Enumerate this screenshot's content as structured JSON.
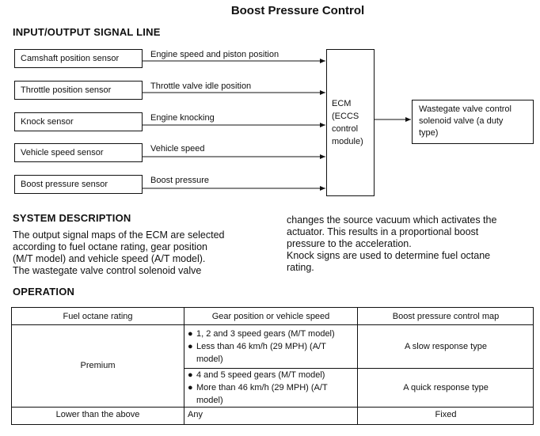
{
  "title": "Boost Pressure Control",
  "io_heading": "INPUT/OUTPUT SIGNAL LINE",
  "sensors": [
    {
      "name": "Camshaft position sensor",
      "signal": "Engine speed and piston position"
    },
    {
      "name": "Throttle position sensor",
      "signal": "Throttle valve idle position"
    },
    {
      "name": "Knock sensor",
      "signal": "Engine knocking"
    },
    {
      "name": "Vehicle speed sensor",
      "signal": "Vehicle speed"
    },
    {
      "name": "Boost pressure sensor",
      "signal": "Boost pressure"
    }
  ],
  "ecm": {
    "line1": "ECM",
    "line2": "(ECCS",
    "line3": "control",
    "line4": "module)"
  },
  "output": {
    "line1": "Wastegate valve control",
    "line2": "solenoid valve (a duty",
    "line3": "type)"
  },
  "system_heading": "SYSTEM DESCRIPTION",
  "system_left": {
    "l1": "The output signal maps of the ECM are selected",
    "l2": "according to fuel octane rating, gear position",
    "l3": "(M/T model) and vehicle speed (A/T model).",
    "l4": "The wastegate valve control solenoid valve"
  },
  "system_right": {
    "l1": "changes the source vacuum which activates the",
    "l2": "actuator. This results in a proportional boost",
    "l3": "pressure to the acceleration.",
    "l4": "Knock signs are used to determine fuel octane",
    "l5": "rating."
  },
  "operation_heading": "OPERATION",
  "table": {
    "headers": [
      "Fuel octane rating",
      "Gear position or vehicle speed",
      "Boost pressure control map"
    ],
    "premium": "Premium",
    "row1": {
      "b1": "1, 2 and 3 speed gears (M/T model)",
      "b2a": "Less than 46 km/h (29 MPH) (A/T",
      "b2b": "model)",
      "map": "A slow response type"
    },
    "row2": {
      "b1": "4 and 5 speed gears (M/T model)",
      "b2a": "More than 46 km/h (29 MPH) (A/T",
      "b2b": "model)",
      "map": "A quick response type"
    },
    "row3": {
      "octane": "Lower than the above",
      "gear": "Any",
      "map": "Fixed"
    }
  }
}
